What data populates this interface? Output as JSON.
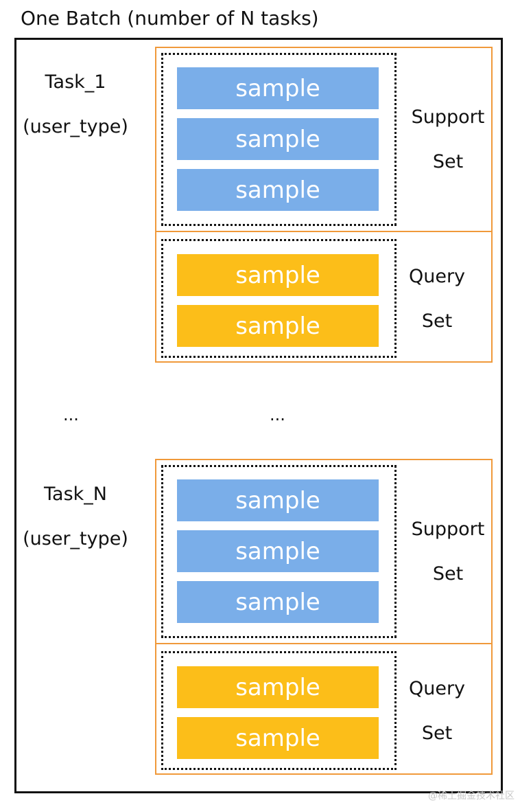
{
  "title": "One Batch (number of N tasks)",
  "tasks": [
    {
      "name": "Task_1",
      "type": "(user_type)",
      "support": {
        "label_line1": "Support",
        "label_line2": "Set",
        "samples": [
          "sample",
          "sample",
          "sample"
        ]
      },
      "query": {
        "label_line1": "Query",
        "label_line2": "Set",
        "samples": [
          "sample",
          "sample"
        ]
      }
    },
    {
      "name": "Task_N",
      "type": "(user_type)",
      "support": {
        "label_line1": "Support",
        "label_line2": "Set",
        "samples": [
          "sample",
          "sample",
          "sample"
        ]
      },
      "query": {
        "label_line1": "Query",
        "label_line2": "Set",
        "samples": [
          "sample",
          "sample"
        ]
      }
    }
  ],
  "ellipsis_left": "...",
  "ellipsis_center": "...",
  "watermark": "@稀土掘金技术社区",
  "colors": {
    "support_sample": "#7aaee9",
    "query_sample": "#fcbe19",
    "set_border": "#f0993a"
  }
}
